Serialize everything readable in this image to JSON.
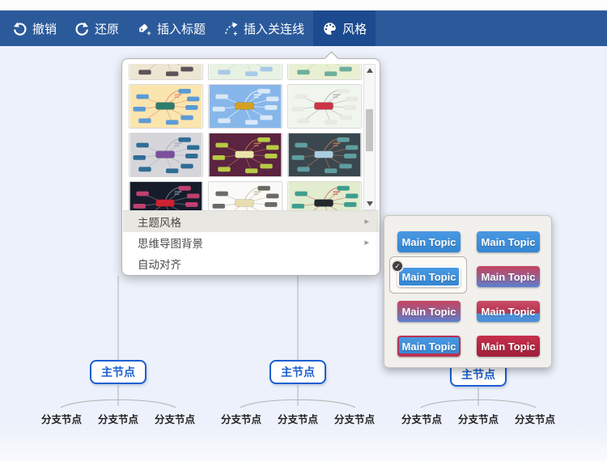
{
  "toolbar": {
    "items": [
      {
        "label": "撤销",
        "icon": "undo-icon",
        "active": false
      },
      {
        "label": "还原",
        "icon": "redo-icon",
        "active": false
      },
      {
        "label": "插入标题",
        "icon": "insert-title-icon",
        "active": false
      },
      {
        "label": "插入关连线",
        "icon": "insert-connector-icon",
        "active": false
      },
      {
        "label": "风格",
        "icon": "style-palette-icon",
        "active": true
      }
    ]
  },
  "style_panel": {
    "menu_items": [
      {
        "label": "主题风格",
        "submenu": true,
        "highlighted": true
      },
      {
        "label": "思维导图背景",
        "submenu": true,
        "highlighted": false
      },
      {
        "label": "自动对齐",
        "submenu": false,
        "highlighted": false
      }
    ],
    "themes": [
      {
        "name": "beige",
        "bg": "#ede6d3",
        "center": "#8b4a5e",
        "node": "#5d5358",
        "line": "#c9b39b"
      },
      {
        "name": "pale-green",
        "bg": "#e7f2e2",
        "center": "#88b8d8",
        "node": "#a9c9e9",
        "line": "#c3d9c3"
      },
      {
        "name": "yellow-green",
        "bg": "#e9f0d2",
        "center": "#4e9e8e",
        "node": "#6fae9e",
        "line": "#ccd7ae"
      },
      {
        "name": "cream",
        "bg": "#fbe5ae",
        "center": "#2f7d6e",
        "node": "#5b9bd5",
        "line": "#e08a70"
      },
      {
        "name": "sky-blue",
        "bg": "#87b7ea",
        "center": "#d5a021",
        "node": "#d8e8f8",
        "line": "#ffffff"
      },
      {
        "name": "pale-gray",
        "bg": "#f0f5ee",
        "center": "#cc3344",
        "node": "#e9e9e4",
        "line": "#aaaaaa"
      },
      {
        "name": "silver",
        "bg": "#d6d6da",
        "center": "#7a4f9e",
        "node": "#2f6d96",
        "line": "#a9a9bb"
      },
      {
        "name": "maroon",
        "bg": "#5b2440",
        "center": "#e9e5a9",
        "node": "#b7cb45",
        "line": "#c87f4f"
      },
      {
        "name": "charcoal",
        "bg": "#3b474e",
        "center": "#a9cde1",
        "node": "#5f9ea0",
        "line": "#c87f4f"
      },
      {
        "name": "dark-navy",
        "bg": "#171c2b",
        "center": "#cc2233",
        "node": "#c04070",
        "line": "#8493a4"
      },
      {
        "name": "white",
        "bg": "#fafaf8",
        "center": "#e8ddb0",
        "node": "#6a6a66",
        "line": "#c8b89a"
      },
      {
        "name": "light-green",
        "bg": "#e2eccf",
        "center": "#22282e",
        "node": "#3f9e8e",
        "line": "#cc6655"
      }
    ]
  },
  "topic_panel": {
    "button_label": "Main Topic",
    "options": [
      {
        "name": "flat-blue-1",
        "style": "flat",
        "top": "#4a98e2",
        "bottom": "#3486d3",
        "selected": false
      },
      {
        "name": "flat-blue-2",
        "style": "flat",
        "top": "#4a98e2",
        "bottom": "#3486d3",
        "selected": false
      },
      {
        "name": "flat-blue-selected",
        "style": "flat",
        "top": "#4a98e2",
        "bottom": "#3486d3",
        "selected": true
      },
      {
        "name": "red-blue-gradient-1",
        "style": "gradient",
        "top": "#c64460",
        "bottom": "#5b80d0",
        "selected": false
      },
      {
        "name": "red-blue-gradient-2",
        "style": "gradient",
        "top": "#c64460",
        "bottom": "#5b80d0",
        "selected": false
      },
      {
        "name": "red-top-blue-band",
        "style": "band",
        "top": "#cb4b66",
        "mid": "#b23551",
        "bottom": "#4b8fd9",
        "selected": false
      },
      {
        "name": "blue-red-border",
        "style": "bordered",
        "top": "#4a98e2",
        "bottom": "#3486d3",
        "border": "#b93351",
        "selected": false
      },
      {
        "name": "flat-red",
        "style": "flat",
        "top": "#c7304c",
        "bottom": "#9f1f38",
        "selected": false
      }
    ]
  },
  "mindmap": {
    "main_label": "主节点",
    "branch_label": "分支节点",
    "groups": [
      {
        "branches": 3
      },
      {
        "branches": 3
      },
      {
        "branches": 3
      }
    ]
  },
  "colors": {
    "toolbar_bg": "#2b5a9b",
    "toolbar_active_bg": "#1c4a8e",
    "canvas_bg": "#edf1fb",
    "node_accent_blue": "#1a5fd0",
    "menu_highlight": "#e9e7e1",
    "subpanel_bg": "#f1f0ec",
    "connector_gray": "#b5b5b5"
  }
}
